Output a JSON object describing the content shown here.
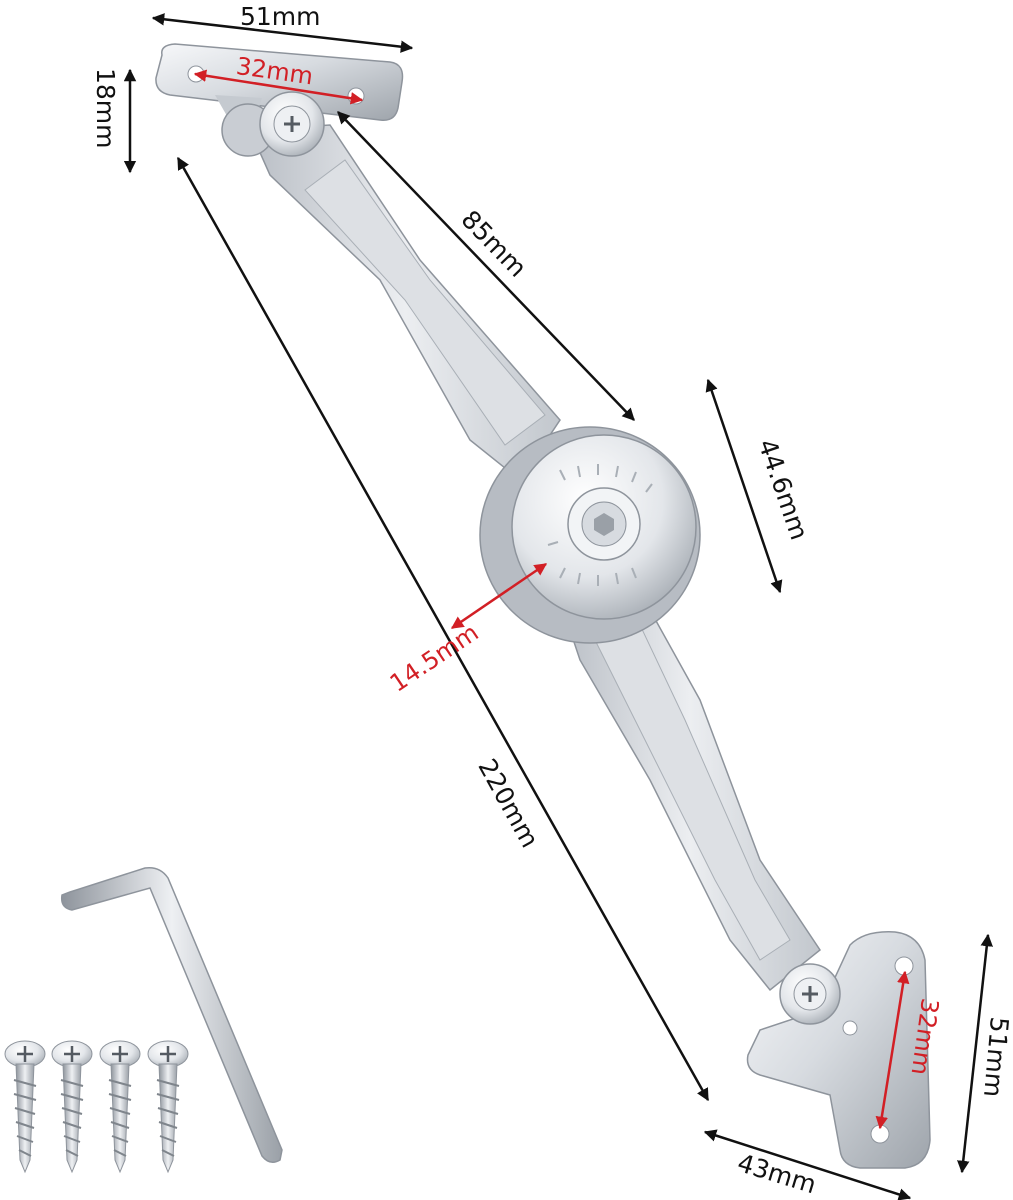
{
  "colors": {
    "dimension_black": "#111111",
    "dimension_red": "#d21f25",
    "metal_light": "#eef0f3",
    "metal_mid": "#c9cdd3",
    "metal_dark": "#8e949c",
    "background": "#ffffff"
  },
  "dimensions": {
    "top_plate_width": "51mm",
    "top_hole_spacing": "32mm",
    "top_plate_height": "18mm",
    "upper_arm": "85mm",
    "hub_diameter": "44.6mm",
    "hub_offset": "14.5mm",
    "overall_length": "220mm",
    "bottom_hole_spacing": "32mm",
    "bottom_plate_height": "51mm",
    "bottom_plate_width": "43mm"
  },
  "accessories": {
    "hex_key": "hex-key-icon",
    "screws": [
      "screw-icon",
      "screw-icon",
      "screw-icon",
      "screw-icon"
    ]
  }
}
